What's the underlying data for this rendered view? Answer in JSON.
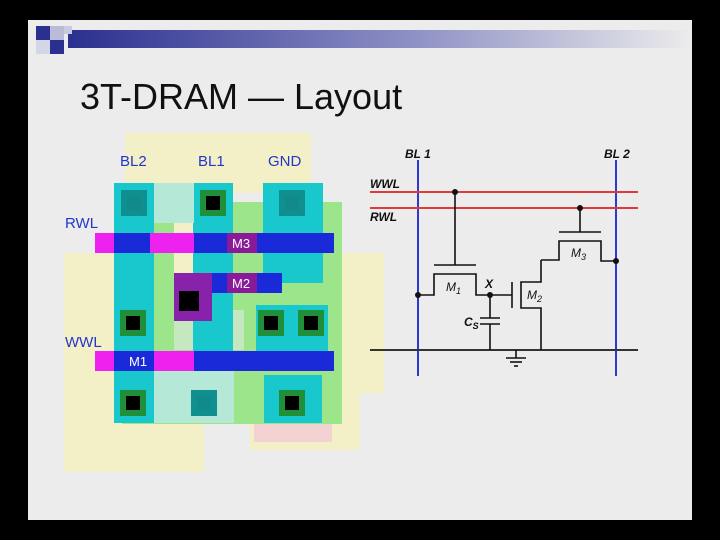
{
  "slide": {
    "title": "3T-DRAM — Layout",
    "accent_color": "#2b2f8f"
  },
  "layout": {
    "labels": {
      "bl2": "BL2",
      "bl1": "BL1",
      "gnd": "GND",
      "rwl": "RWL",
      "wwl": "WWL",
      "m1": "M1",
      "m2": "M2",
      "m3": "M3"
    },
    "colors": {
      "diffusion": "#f3f0c8",
      "metal1": "#18c8cc",
      "polysilicon": "#ee22ee",
      "metal2": "#1a2ad8",
      "green_diffusion": "#9de58a",
      "contact": "#000000",
      "label_color": "#2236cc"
    }
  },
  "schematic": {
    "labels": {
      "bl1": "BL 1",
      "bl2": "BL 2",
      "wwl": "WWL",
      "rwl": "RWL",
      "m1": "M",
      "m1_sub": "1",
      "m2": "M",
      "m2_sub": "2",
      "m3": "M",
      "m3_sub": "3",
      "x": "X",
      "cs": "C",
      "cs_sub": "S"
    },
    "colors": {
      "word_line": "#e23a3a",
      "bit_line": "#2a3ad0",
      "wire": "#111111"
    }
  }
}
